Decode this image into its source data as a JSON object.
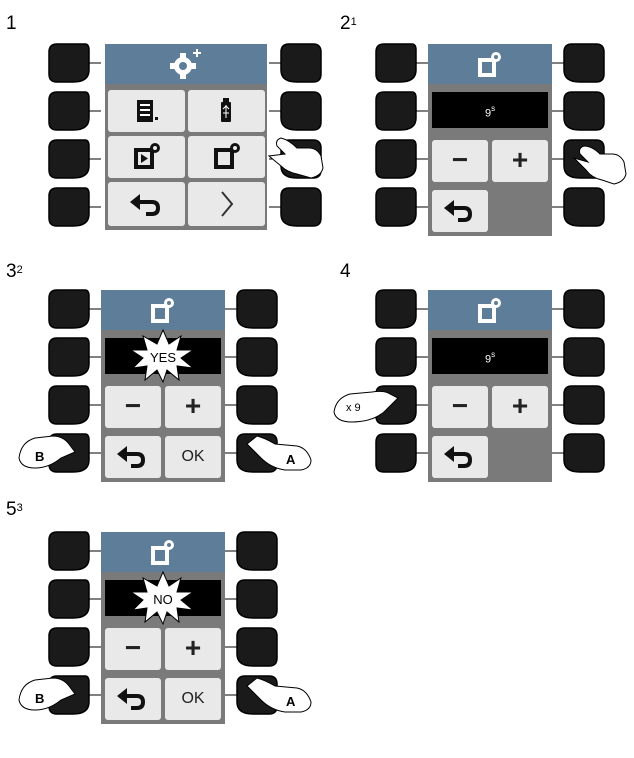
{
  "steps": [
    {
      "number": "1",
      "sup": ""
    },
    {
      "number": "2",
      "sup": "1"
    },
    {
      "number": "3",
      "sup": "2"
    },
    {
      "number": "4",
      "sup": ""
    },
    {
      "number": "5",
      "sup": "3"
    }
  ],
  "screens": {
    "value": "9",
    "unit": "s",
    "minus": "−",
    "plus": "+",
    "ok": "OK",
    "yes": "YES",
    "no": "NO"
  },
  "hands": {
    "a": "A",
    "b": "B",
    "x9": "x 9"
  },
  "colors": {
    "header": "#5e7d99",
    "screen_bg": "#7a7a7a",
    "cell": "#e9e9e9",
    "button": "#1a1a1a"
  }
}
